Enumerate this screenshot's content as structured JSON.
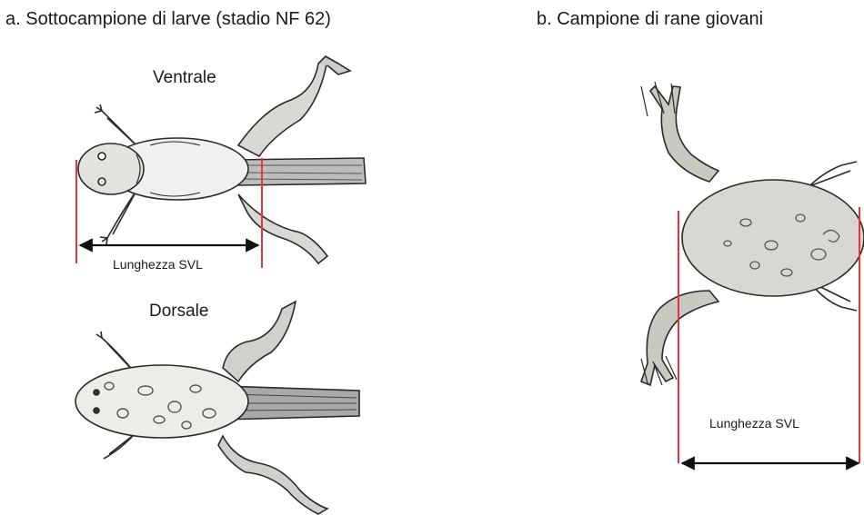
{
  "panel_a": {
    "title": "a. Sottocampione di larve (stadio NF 62)",
    "ventral_label": "Ventrale",
    "dorsal_label": "Dorsale",
    "measure_label": "Lunghezza SVL"
  },
  "panel_b": {
    "title": "b. Campione di rane giovani",
    "measure_label": "Lunghezza SVL"
  },
  "colors": {
    "marker_line": "#e8323c",
    "arrow": "#111111",
    "ink": "#2a2a2a",
    "body_fill": "#e9e9e6",
    "spots": "#555555"
  }
}
